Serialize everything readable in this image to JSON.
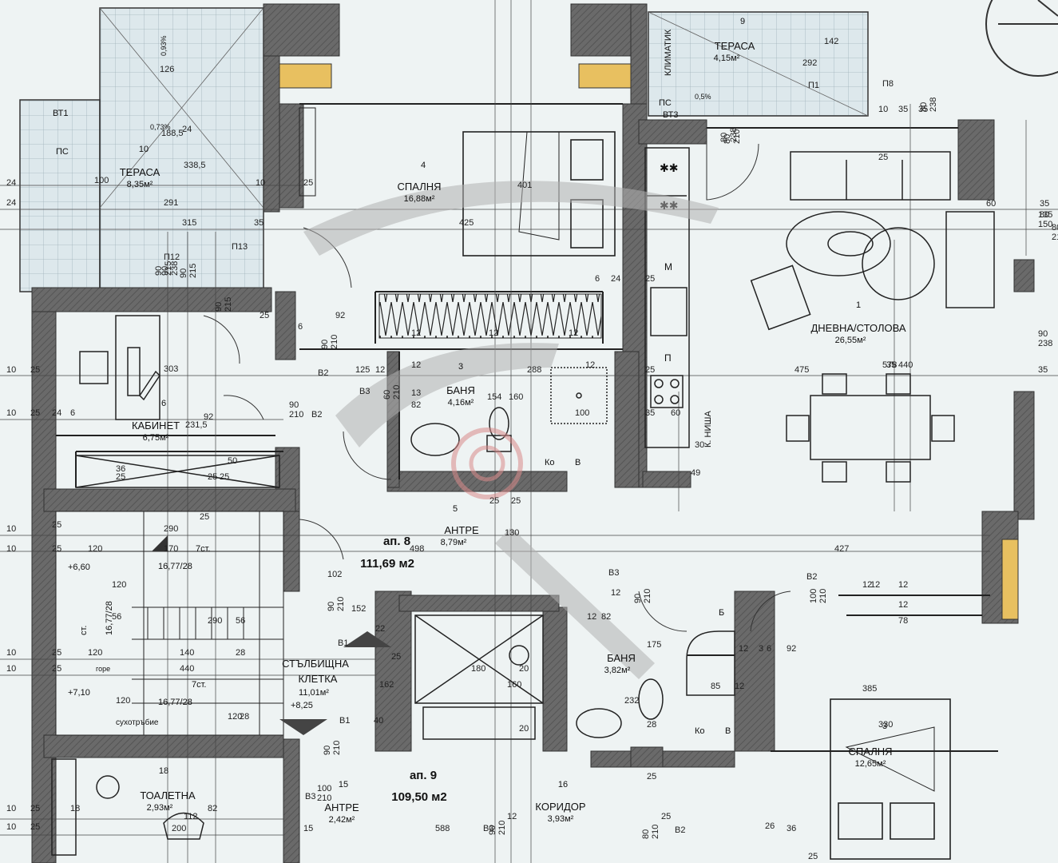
{
  "colors": {
    "wall": "#5a5a5a",
    "wall_dark": "#3d3d3d",
    "background": "#eef3f3",
    "terrace_tile": "#dde8ec",
    "line": "#333333",
    "insulation": "#e8c060",
    "watermark": "#b0b0b0",
    "watermark_accent": "#d98b8b"
  },
  "apartments": [
    {
      "name": "ап. 8",
      "area": "111,69 м2"
    },
    {
      "name": "ап. 9",
      "area": "109,50 м2"
    }
  ],
  "rooms": [
    {
      "name": "ТЕРАСА",
      "area": "8,35м²",
      "num": "10"
    },
    {
      "name": "СПАЛНЯ",
      "area": "16,88м²",
      "num": "4"
    },
    {
      "name": "ТЕРАСА",
      "area": "4,15м²",
      "num": "9"
    },
    {
      "name": "ДНЕВНА/СТОЛОВА",
      "area": "26,55м²",
      "num": "1"
    },
    {
      "name": "КАБИНЕТ",
      "area": "6,75м²",
      "num": "6"
    },
    {
      "name": "БАНЯ",
      "area": "4,16м²",
      "num": "3"
    },
    {
      "name": "АНТРЕ",
      "area": "8,79м²",
      "num": "5"
    },
    {
      "name": "СТЪЛБИЩНА",
      "area": "",
      "num": ""
    },
    {
      "name": "КЛЕТКА",
      "area": "11,01м²",
      "num": ""
    },
    {
      "name": "БАНЯ",
      "area": "3,82м²",
      "num": ""
    },
    {
      "name": "СПАЛНЯ",
      "area": "12,65м²",
      "num": "3"
    },
    {
      "name": "ТОАЛЕТНА",
      "area": "2,93м²",
      "num": "18"
    },
    {
      "name": "АНТРЕ",
      "area": "2,42м²",
      "num": "15"
    },
    {
      "name": "КОРИДОР",
      "area": "3,93м²",
      "num": "16"
    }
  ],
  "labels": {
    "pc1": "ПС",
    "pc2": "ПС",
    "bt1": "ВТ1",
    "bt3": "ВТ3",
    "climatic": "КЛИМАТИК",
    "k_nisha": "К. НИША",
    "m": "М",
    "p": "П",
    "ko_b1": "Ко",
    "ko_b1b": "В",
    "ko_b2": "Ко",
    "ko_b2b": "В",
    "b_sym": "Б",
    "level1": "+6,60",
    "level2": "+7,10",
    "level3": "+8,25",
    "stair1": "16,77/28",
    "stair2": "16,77/28",
    "stair3": "16,77/28",
    "stair_st1": "7ст.",
    "stair_st2": "7ст.",
    "stair_st3": "ст.",
    "gore": "горе",
    "suho": "сухотръбие",
    "slope1": "0,73%",
    "slope2": "0,93%",
    "slope3": "0,5%"
  },
  "doors": [
    {
      "t": "90",
      "b": "215"
    },
    {
      "t": "90",
      "b": "215"
    },
    {
      "t": "90",
      "b": "215"
    },
    {
      "t": "90",
      "b": "210"
    },
    {
      "t": "60",
      "b": "210"
    },
    {
      "t": "90",
      "b": "210"
    },
    {
      "t": "90",
      "b": "210"
    },
    {
      "t": "90",
      "b": "210"
    },
    {
      "t": "90",
      "b": "210"
    },
    {
      "t": "100",
      "b": "210"
    },
    {
      "t": "90",
      "b": "210"
    },
    {
      "t": "100",
      "b": "210"
    },
    {
      "t": "80",
      "b": "210"
    },
    {
      "t": "80",
      "b": "210"
    },
    {
      "t": "90",
      "b": "238"
    },
    {
      "t": "80",
      "b": "238"
    },
    {
      "t": "135",
      "b": "150"
    },
    {
      "t": "80",
      "b": "238"
    },
    {
      "t": "90",
      "b": "238"
    },
    {
      "t": "80",
      "b": "210"
    }
  ],
  "door_codes": [
    "П12",
    "П13",
    "В2",
    "В3",
    "В2",
    "В3",
    "В2",
    "В1",
    "В1",
    "В3",
    "В3",
    "В2",
    "П1",
    "П8"
  ],
  "dimensions": [
    "126",
    "188,5",
    "24",
    "338,5",
    "100",
    "291",
    "315",
    "35",
    "10",
    "25",
    "24",
    "24",
    "425",
    "401",
    "142",
    "292",
    "35",
    "10",
    "35",
    "25",
    "60",
    "35",
    "80",
    "6",
    "24",
    "25",
    "92",
    "25",
    "6",
    "12",
    "12",
    "12",
    "12",
    "12",
    "303",
    "231,5",
    "92",
    "125",
    "12",
    "13",
    "288",
    "25",
    "154",
    "160",
    "100",
    "82",
    "475",
    "578",
    "440",
    "35",
    "49",
    "30",
    "60",
    "35",
    "10",
    "25",
    "10",
    "25",
    "24",
    "6",
    "36",
    "25",
    "25",
    "50",
    "25",
    "25",
    "10",
    "25",
    "290",
    "10",
    "25",
    "120",
    "170",
    "498",
    "130",
    "25",
    "25",
    "427",
    "102",
    "152",
    "22",
    "25",
    "12",
    "82",
    "12",
    "175",
    "232",
    "12",
    "3",
    "6",
    "92",
    "120",
    "290",
    "56",
    "56",
    "10",
    "25",
    "120",
    "140",
    "28",
    "10",
    "25",
    "440",
    "180",
    "160",
    "162",
    "20",
    "40",
    "20",
    "28",
    "25",
    "385",
    "85",
    "12",
    "330",
    "120",
    "120",
    "28",
    "10",
    "25",
    "18",
    "10",
    "25",
    "112",
    "82",
    "15",
    "200",
    "588",
    "12",
    "25",
    "26",
    "25",
    "12",
    "12",
    "78",
    "12",
    "12",
    "36",
    "35"
  ]
}
